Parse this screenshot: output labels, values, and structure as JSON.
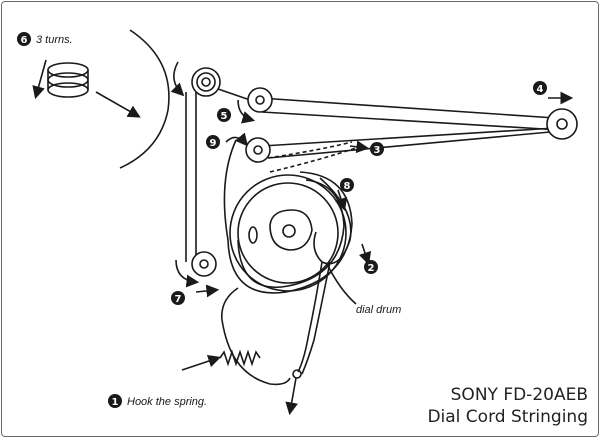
{
  "steps": [
    {
      "num": "1",
      "label": "Hook the spring."
    },
    {
      "num": "2",
      "label": ""
    },
    {
      "num": "3",
      "label": ""
    },
    {
      "num": "4",
      "label": ""
    },
    {
      "num": "5",
      "label": ""
    },
    {
      "num": "6",
      "label": "3 turns."
    },
    {
      "num": "7",
      "label": ""
    },
    {
      "num": "8",
      "label": ""
    },
    {
      "num": "9",
      "label": ""
    }
  ],
  "labels": {
    "dial_drum": "dial drum"
  },
  "caption": {
    "line1": "SONY FD-20AEB",
    "line2": "Dial Cord Stringing"
  },
  "colors": {
    "ink": "#1a1a1a",
    "frame": "#6a6a6a",
    "background": "#ffffff"
  }
}
